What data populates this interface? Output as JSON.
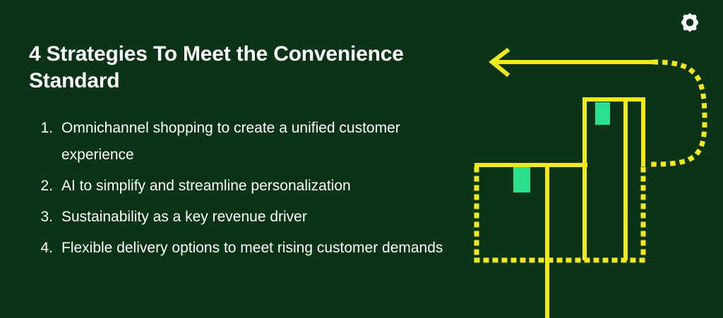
{
  "slide": {
    "background_color": "#0a3318",
    "title": "4 Strategies To Meet the Convenience Standard",
    "list": [
      {
        "number": "1.",
        "text": "Omnichannel shopping to create a unified customer experience"
      },
      {
        "number": "2.",
        "text": "AI to simplify and streamline personalization"
      },
      {
        "number": "3.",
        "text": "Sustainability as a key revenue driver"
      },
      {
        "number": "4.",
        "text": "Flexible delivery options to meet rising customer demands"
      }
    ]
  },
  "graphic": {
    "name": "abstract-bar-chart-with-looping-arrow",
    "line_color": "#f2ea18",
    "accent_color": "#2ae28d",
    "text_color": "#ffffff",
    "elements": [
      "left-pointing-arrow",
      "dotted-loop-arc",
      "tall-outlined-bar",
      "short-outlined-bar",
      "green-highlight-block-upper",
      "green-highlight-block-lower",
      "dotted-baseline",
      "long-vertical-stem"
    ]
  },
  "icons": {
    "gear": {
      "name": "gear-icon",
      "color": "#ffffff"
    }
  }
}
